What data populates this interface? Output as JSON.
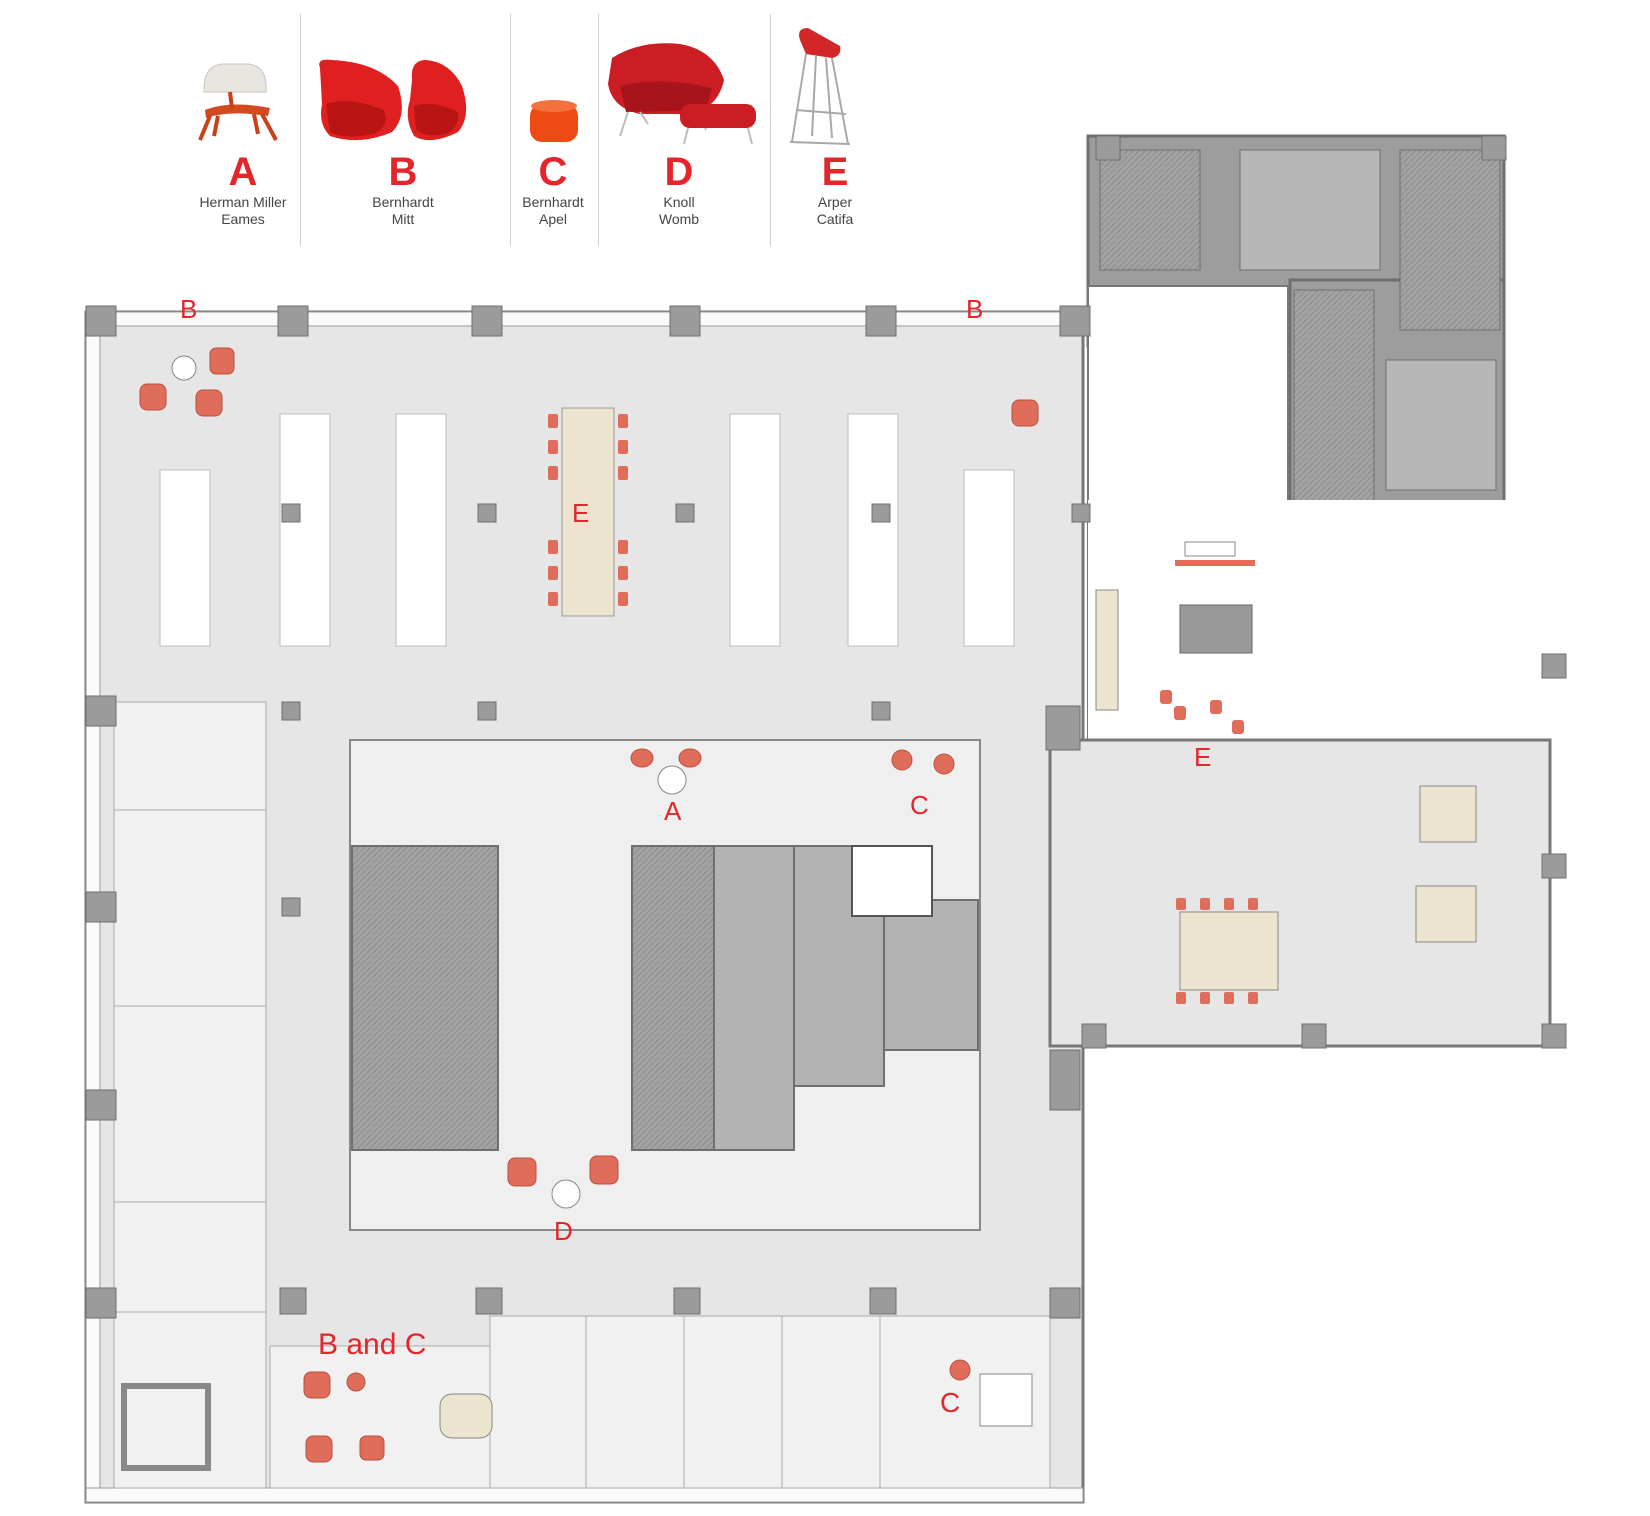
{
  "legend": {
    "items": [
      {
        "letter": "A",
        "maker": "Herman Miller",
        "model": "Eames"
      },
      {
        "letter": "B",
        "maker": "Bernhardt",
        "model": "Mitt"
      },
      {
        "letter": "C",
        "maker": "Bernhardt",
        "model": "Apel"
      },
      {
        "letter": "D",
        "maker": "Knoll",
        "model": "Womb"
      },
      {
        "letter": "E",
        "maker": "Arper",
        "model": "Catifa"
      }
    ]
  },
  "plan": {
    "labels": {
      "b_northwest": "B",
      "b_northeast": "B",
      "e_conference": "E",
      "a_lobby": "A",
      "c_lobby": "C",
      "e_pantry": "E",
      "d_lounge": "D",
      "b_and_c": "B and C",
      "c_southeast": "C"
    }
  },
  "colors": {
    "accent": "#e4262b",
    "chair": "#e06d5a",
    "carpet": "#e6e6e6",
    "core": "#9a9a9a",
    "wall": "#6f6f6f",
    "wood": "#ece4cf"
  }
}
